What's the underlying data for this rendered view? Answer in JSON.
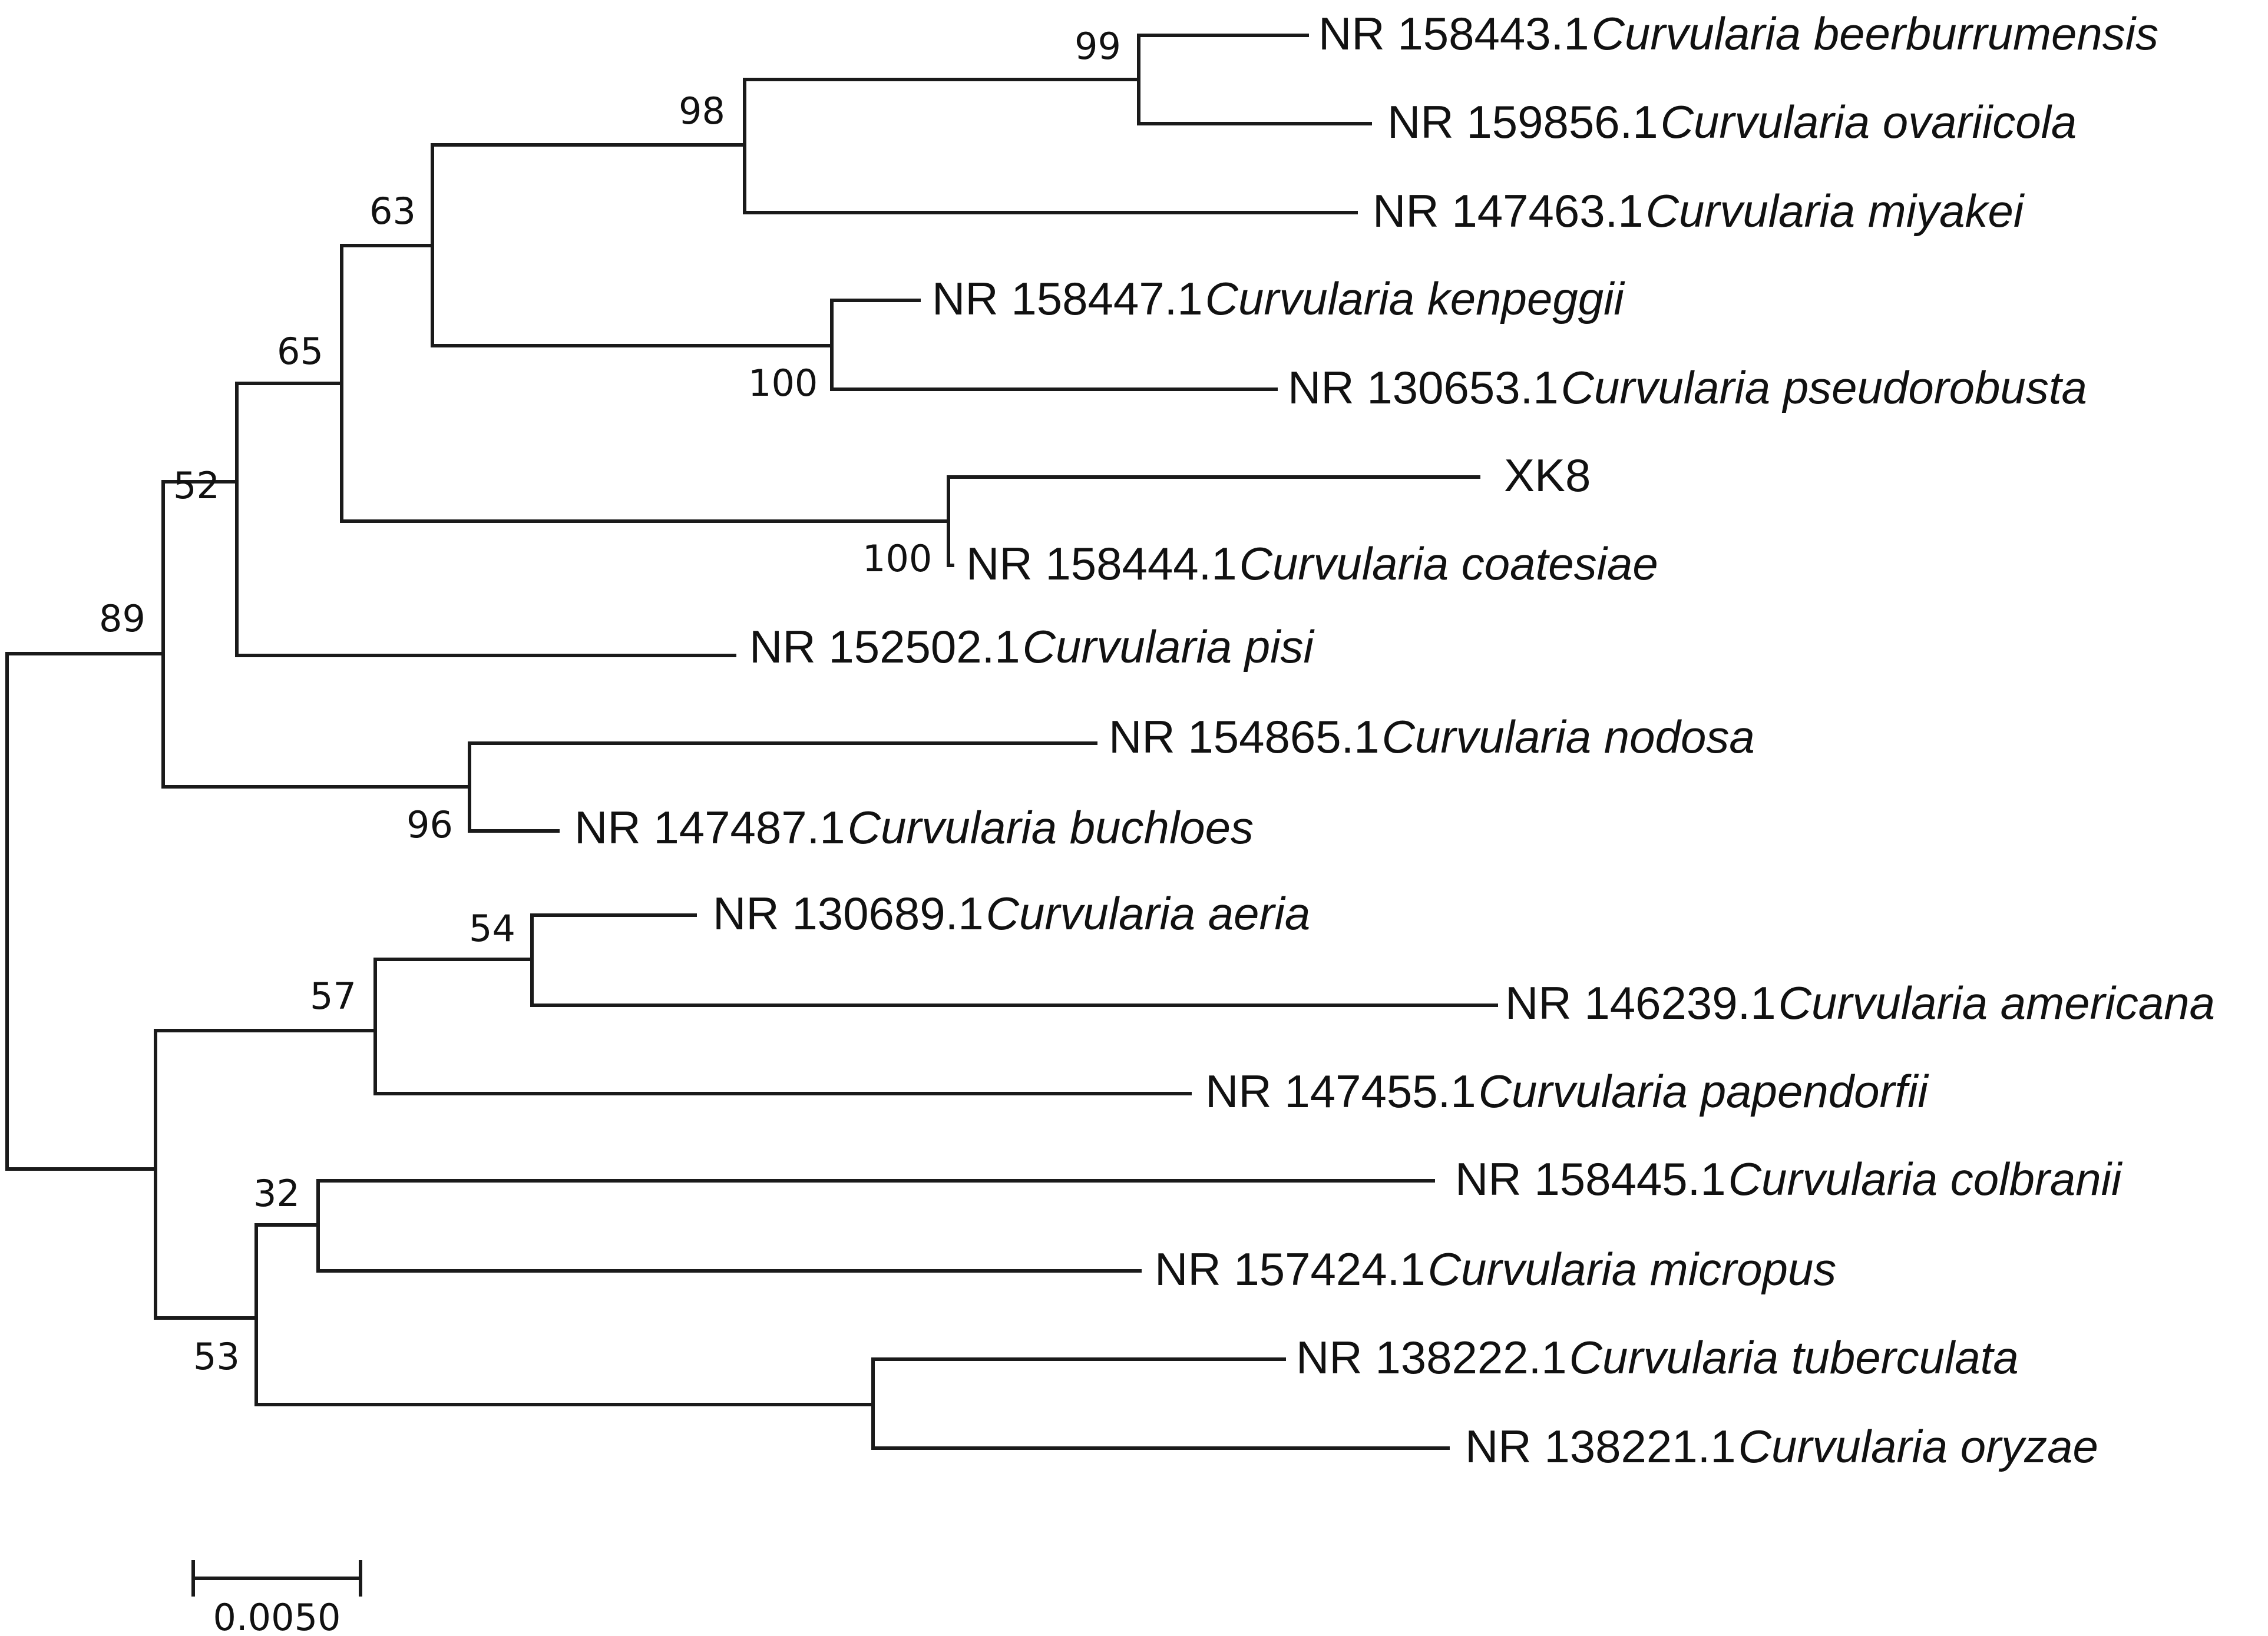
{
  "figure": {
    "scale_bar_label": "0.0050",
    "colors": {
      "line": "#1a1a1a",
      "text": "#111111",
      "background": "#ffffff"
    }
  },
  "tree": {
    "type": "phylogenetic-tree",
    "taxa": [
      {
        "accession": "NR 158443.1",
        "species": "Curvularia beerburrumensis"
      },
      {
        "accession": "NR 159856.1",
        "species": "Curvularia ovariicola"
      },
      {
        "accession": "NR 147463.1",
        "species": "Curvularia miyakei"
      },
      {
        "accession": "NR 158447.1",
        "species": "Curvularia kenpeggii"
      },
      {
        "accession": "NR 130653.1",
        "species": "Curvularia pseudorobusta"
      },
      {
        "accession": "XK8",
        "species": ""
      },
      {
        "accession": "NR 158444.1",
        "species": "Curvularia coatesiae"
      },
      {
        "accession": "NR 152502.1",
        "species": "Curvularia pisi"
      },
      {
        "accession": "NR 154865.1",
        "species": "Curvularia nodosa"
      },
      {
        "accession": "NR 147487.1",
        "species": "Curvularia buchloes"
      },
      {
        "accession": "NR 130689.1",
        "species": "Curvularia aeria"
      },
      {
        "accession": "NR 146239.1",
        "species": "Curvularia americana"
      },
      {
        "accession": "NR 147455.1",
        "species": "Curvularia papendorfii"
      },
      {
        "accession": "NR 158445.1",
        "species": "Curvularia colbranii"
      },
      {
        "accession": "NR 157424.1",
        "species": "Curvularia micropus"
      },
      {
        "accession": "NR 138222.1",
        "species": "Curvularia tuberculata"
      },
      {
        "accession": "NR 138221.1",
        "species": "Curvularia oryzae"
      }
    ],
    "bootstrap_values": [
      "99",
      "98",
      "63",
      "100",
      "65",
      "100",
      "52",
      "89",
      "96",
      "54",
      "57",
      "32",
      "53"
    ]
  }
}
